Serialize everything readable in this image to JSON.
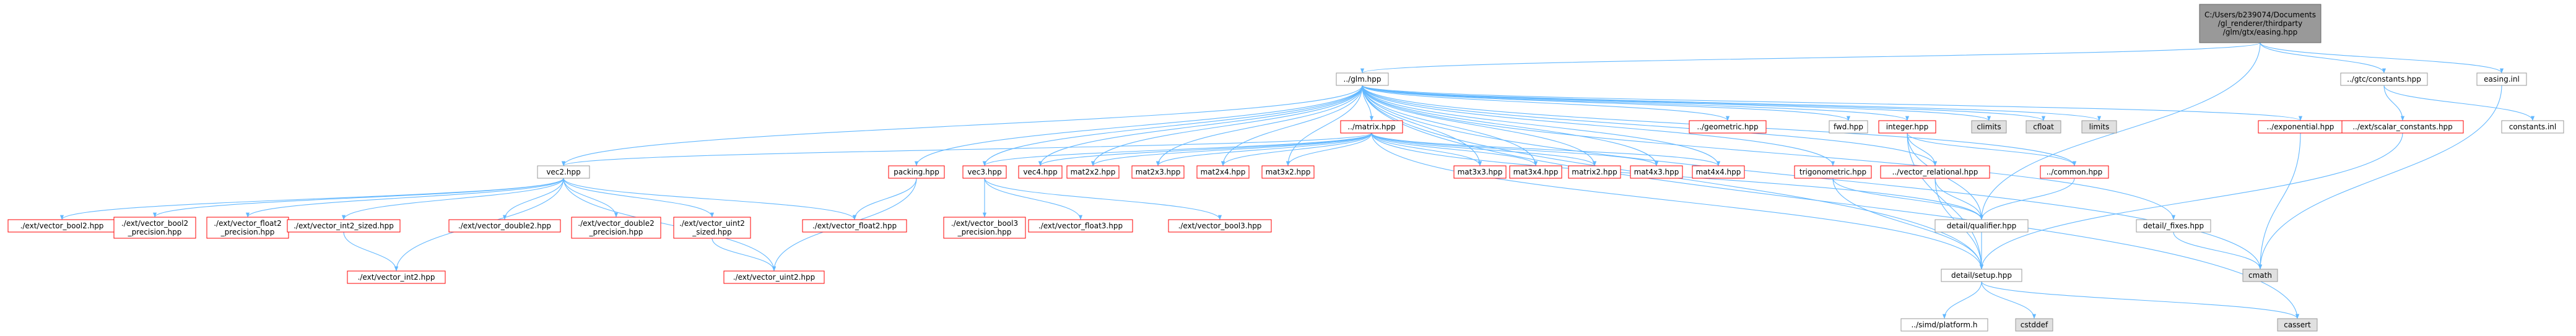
{
  "colors": {
    "edge": "#63b8ff",
    "root_fill": "#999999",
    "root_stroke": "#666666",
    "normal_fill": "#ffffff",
    "normal_stroke": "#999999",
    "missing_fill": "#ffffff",
    "missing_stroke": "#ff0000",
    "system_fill": "#e0e0e0",
    "system_stroke": "#999999",
    "text": "#000000"
  },
  "nodes": [
    {
      "id": "root",
      "kind": "root",
      "lines": [
        "C:/Users/b239074/Documents",
        "/gl_renderer/thirdparty",
        "/glm/gtx/easing.hpp"
      ]
    },
    {
      "id": "glm",
      "kind": "normal",
      "lines": [
        "../glm.hpp"
      ]
    },
    {
      "id": "gtc_constants",
      "kind": "normal",
      "lines": [
        "../gtc/constants.hpp"
      ]
    },
    {
      "id": "easing_inl",
      "kind": "normal",
      "lines": [
        "easing.inl"
      ]
    },
    {
      "id": "matrix",
      "kind": "missing",
      "lines": [
        "../matrix.hpp"
      ]
    },
    {
      "id": "geometric",
      "kind": "missing",
      "lines": [
        "../geometric.hpp"
      ]
    },
    {
      "id": "fwd",
      "kind": "normal",
      "lines": [
        "fwd.hpp"
      ]
    },
    {
      "id": "integer",
      "kind": "missing",
      "lines": [
        "integer.hpp"
      ]
    },
    {
      "id": "climits",
      "kind": "system",
      "lines": [
        "climits"
      ]
    },
    {
      "id": "cfloat",
      "kind": "system",
      "lines": [
        "cfloat"
      ]
    },
    {
      "id": "limits",
      "kind": "system",
      "lines": [
        "limits"
      ]
    },
    {
      "id": "exponential",
      "kind": "missing",
      "lines": [
        "../exponential.hpp"
      ]
    },
    {
      "id": "scalar_constants",
      "kind": "missing",
      "lines": [
        "../ext/scalar_constants.hpp"
      ]
    },
    {
      "id": "constants_inl",
      "kind": "normal",
      "lines": [
        "constants.inl"
      ]
    },
    {
      "id": "vec2",
      "kind": "normal",
      "lines": [
        "vec2.hpp"
      ]
    },
    {
      "id": "packing",
      "kind": "missing",
      "lines": [
        "packing.hpp"
      ]
    },
    {
      "id": "vec3",
      "kind": "missing",
      "lines": [
        "vec3.hpp"
      ]
    },
    {
      "id": "vec4",
      "kind": "missing",
      "lines": [
        "vec4.hpp"
      ]
    },
    {
      "id": "mat2x2",
      "kind": "missing",
      "lines": [
        "mat2x2.hpp"
      ]
    },
    {
      "id": "mat2x3",
      "kind": "missing",
      "lines": [
        "mat2x3.hpp"
      ]
    },
    {
      "id": "mat2x4",
      "kind": "missing",
      "lines": [
        "mat2x4.hpp"
      ]
    },
    {
      "id": "mat3x2",
      "kind": "missing",
      "lines": [
        "mat3x2.hpp"
      ]
    },
    {
      "id": "mat3x3",
      "kind": "missing",
      "lines": [
        "mat3x3.hpp"
      ]
    },
    {
      "id": "mat3x4",
      "kind": "missing",
      "lines": [
        "mat3x4.hpp"
      ]
    },
    {
      "id": "matrix2",
      "kind": "missing",
      "lines": [
        "matrix2.hpp"
      ]
    },
    {
      "id": "mat4x3",
      "kind": "missing",
      "lines": [
        "mat4x3.hpp"
      ]
    },
    {
      "id": "mat4x4",
      "kind": "missing",
      "lines": [
        "mat4x4.hpp"
      ]
    },
    {
      "id": "trigonometric",
      "kind": "missing",
      "lines": [
        "trigonometric.hpp"
      ]
    },
    {
      "id": "vector_relational",
      "kind": "missing",
      "lines": [
        "../vector_relational.hpp"
      ]
    },
    {
      "id": "common",
      "kind": "missing",
      "lines": [
        "../common.hpp"
      ]
    },
    {
      "id": "qualifier",
      "kind": "normal",
      "lines": [
        "detail/qualifier.hpp"
      ]
    },
    {
      "id": "fixes",
      "kind": "normal",
      "lines": [
        "detail/_fixes.hpp"
      ]
    },
    {
      "id": "cmath",
      "kind": "system",
      "lines": [
        "cmath"
      ]
    },
    {
      "id": "setup",
      "kind": "normal",
      "lines": [
        "detail/setup.hpp"
      ]
    },
    {
      "id": "platform",
      "kind": "normal",
      "lines": [
        "../simd/platform.h"
      ]
    },
    {
      "id": "cstddef",
      "kind": "system",
      "lines": [
        "cstddef"
      ]
    },
    {
      "id": "cassert",
      "kind": "system",
      "lines": [
        "cassert"
      ]
    },
    {
      "id": "vector_bool2",
      "kind": "missing",
      "lines": [
        "./ext/vector_bool2.hpp"
      ]
    },
    {
      "id": "vector_bool2_prec",
      "kind": "missing",
      "lines": [
        "./ext/vector_bool2",
        "_precision.hpp"
      ]
    },
    {
      "id": "vector_float2_prec",
      "kind": "missing",
      "lines": [
        "./ext/vector_float2",
        "_precision.hpp"
      ]
    },
    {
      "id": "vector_int2_sized",
      "kind": "missing",
      "lines": [
        "./ext/vector_int2_sized.hpp"
      ]
    },
    {
      "id": "vector_double2",
      "kind": "missing",
      "lines": [
        "./ext/vector_double2.hpp"
      ]
    },
    {
      "id": "vector_double2_prec",
      "kind": "missing",
      "lines": [
        "./ext/vector_double2",
        "_precision.hpp"
      ]
    },
    {
      "id": "vector_uint2_sized",
      "kind": "missing",
      "lines": [
        "./ext/vector_uint2",
        "_sized.hpp"
      ]
    },
    {
      "id": "vector_float2",
      "kind": "missing",
      "lines": [
        "./ext/vector_float2.hpp"
      ]
    },
    {
      "id": "vector_int2",
      "kind": "missing",
      "lines": [
        "./ext/vector_int2.hpp"
      ]
    },
    {
      "id": "vector_uint2",
      "kind": "missing",
      "lines": [
        "./ext/vector_uint2.hpp"
      ]
    },
    {
      "id": "vector_bool3_prec",
      "kind": "missing",
      "lines": [
        "./ext/vector_bool3",
        "_precision.hpp"
      ]
    },
    {
      "id": "vector_float3",
      "kind": "missing",
      "lines": [
        "./ext/vector_float3.hpp"
      ]
    },
    {
      "id": "vector_bool3",
      "kind": "missing",
      "lines": [
        "./ext/vector_bool3.hpp"
      ]
    }
  ],
  "edges": [
    [
      "root",
      "glm"
    ],
    [
      "root",
      "gtc_constants"
    ],
    [
      "root",
      "easing_inl"
    ],
    [
      "root",
      "qualifier"
    ],
    [
      "glm",
      "matrix"
    ],
    [
      "glm",
      "geometric"
    ],
    [
      "glm",
      "fwd"
    ],
    [
      "glm",
      "integer"
    ],
    [
      "glm",
      "climits"
    ],
    [
      "glm",
      "cfloat"
    ],
    [
      "glm",
      "limits"
    ],
    [
      "glm",
      "exponential"
    ],
    [
      "glm",
      "vec2"
    ],
    [
      "glm",
      "packing"
    ],
    [
      "glm",
      "vec3"
    ],
    [
      "glm",
      "vec4"
    ],
    [
      "glm",
      "mat2x2"
    ],
    [
      "glm",
      "mat2x3"
    ],
    [
      "glm",
      "mat2x4"
    ],
    [
      "glm",
      "mat3x2"
    ],
    [
      "glm",
      "mat3x3"
    ],
    [
      "glm",
      "mat3x4"
    ],
    [
      "glm",
      "matrix2"
    ],
    [
      "glm",
      "mat4x3"
    ],
    [
      "glm",
      "mat4x4"
    ],
    [
      "glm",
      "trigonometric"
    ],
    [
      "glm",
      "vector_relational"
    ],
    [
      "glm",
      "common"
    ],
    [
      "glm",
      "fixes"
    ],
    [
      "glm",
      "cmath"
    ],
    [
      "glm",
      "setup"
    ],
    [
      "glm",
      "cassert"
    ],
    [
      "gtc_constants",
      "scalar_constants"
    ],
    [
      "gtc_constants",
      "constants_inl"
    ],
    [
      "easing_inl",
      "cmath"
    ],
    [
      "matrix",
      "vec2"
    ],
    [
      "matrix",
      "vec3"
    ],
    [
      "matrix",
      "vec4"
    ],
    [
      "matrix",
      "mat2x2"
    ],
    [
      "matrix",
      "mat2x3"
    ],
    [
      "matrix",
      "mat2x4"
    ],
    [
      "matrix",
      "mat3x2"
    ],
    [
      "matrix",
      "mat3x3"
    ],
    [
      "matrix",
      "mat3x4"
    ],
    [
      "matrix",
      "matrix2"
    ],
    [
      "matrix",
      "mat4x3"
    ],
    [
      "matrix",
      "mat4x4"
    ],
    [
      "matrix",
      "qualifier"
    ],
    [
      "matrix",
      "setup"
    ],
    [
      "integer",
      "vector_relational"
    ],
    [
      "integer",
      "common"
    ],
    [
      "integer",
      "qualifier"
    ],
    [
      "integer",
      "setup"
    ],
    [
      "exponential",
      "cmath"
    ],
    [
      "scalar_constants",
      "setup"
    ],
    [
      "vec2",
      "vector_bool2"
    ],
    [
      "vec2",
      "vector_bool2_prec"
    ],
    [
      "vec2",
      "vector_float2"
    ],
    [
      "vec2",
      "vector_float2_prec"
    ],
    [
      "vec2",
      "vector_int2"
    ],
    [
      "vec2",
      "vector_int2_sized"
    ],
    [
      "vec2",
      "vector_uint2"
    ],
    [
      "vec2",
      "vector_uint2_sized"
    ],
    [
      "vec2",
      "vector_double2"
    ],
    [
      "vec2",
      "vector_double2_prec"
    ],
    [
      "packing",
      "vector_float2"
    ],
    [
      "packing",
      "vector_uint2"
    ],
    [
      "vec3",
      "vector_bool3"
    ],
    [
      "vec3",
      "vector_bool3_prec"
    ],
    [
      "vec3",
      "vector_float3"
    ],
    [
      "vector_int2_sized",
      "vector_int2"
    ],
    [
      "vector_uint2_sized",
      "vector_uint2"
    ],
    [
      "trigonometric",
      "qualifier"
    ],
    [
      "trigonometric",
      "setup"
    ],
    [
      "vector_relational",
      "qualifier"
    ],
    [
      "vector_relational",
      "setup"
    ],
    [
      "common",
      "qualifier"
    ],
    [
      "qualifier",
      "setup"
    ],
    [
      "fixes",
      "cmath"
    ],
    [
      "setup",
      "platform"
    ],
    [
      "setup",
      "cstddef"
    ],
    [
      "setup",
      "cassert"
    ]
  ]
}
